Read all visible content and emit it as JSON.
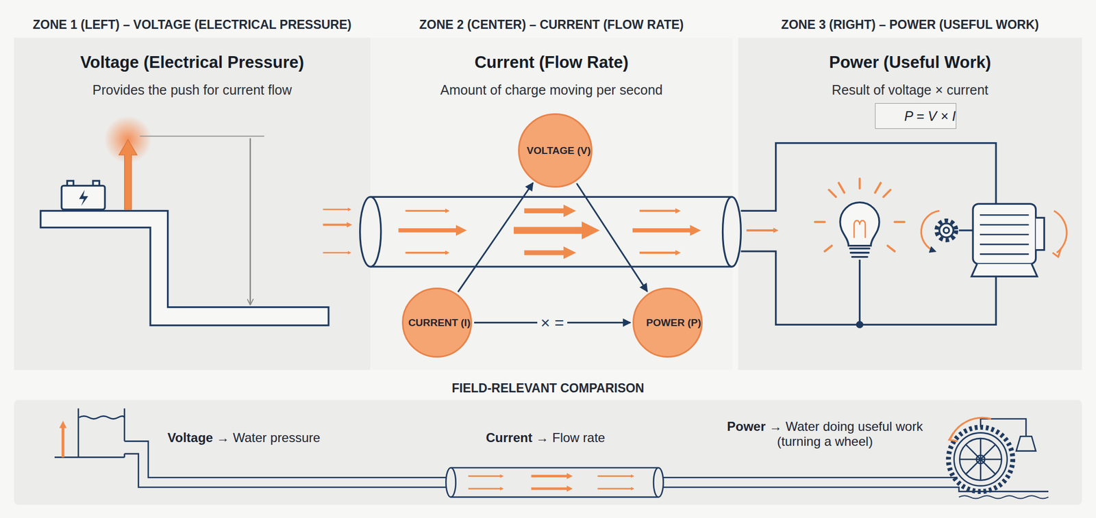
{
  "diagram": {
    "nodes": [
      {
        "text": [
          "ZONE 1 (LEFT) – VOLTAGE (ELECTRICAL PRESSURE)",
          "Voltage (Electrical Pressure)",
          "Provides the push for current flow"
        ]
      },
      {
        "text": [
          "ZONE 2 (CENTER) – CURRENT (FLOW RATE)",
          "Current (Flow Rate)",
          "Amount of charge moving per second"
        ]
      },
      {
        "text": [
          "ZONE 3 (RIGHT) – POWER (USEFUL WORK)",
          "Power (Useful Work)",
          "Result of voltage × current"
        ]
      },
      {
        "text": [
          "P = V × I"
        ],
        "in": 2
      },
      {
        "text": [
          "VOLTAGE (V)"
        ],
        "in": 1
      },
      {
        "text": [
          "CURRENT (I)"
        ],
        "in": 1
      },
      {
        "text": [
          "POWER (P)"
        ],
        "in": 1
      },
      {
        "text": [
          "FIELD-RELEVANT COMPARISON"
        ]
      }
    ],
    "edges": [
      {
        "from": 5,
        "to": 4,
        "arrow": "to"
      },
      {
        "from": 4,
        "to": 6,
        "arrow": "to"
      },
      {
        "from": 5,
        "to": 6,
        "label": "× =",
        "arrow": "to"
      }
    ],
    "labels": [
      "Voltage",
      "→ Water pressure",
      "Current",
      "→ Flow rate",
      "Power",
      "→ Water doing useful work (turning a wheel)"
    ]
  }
}
